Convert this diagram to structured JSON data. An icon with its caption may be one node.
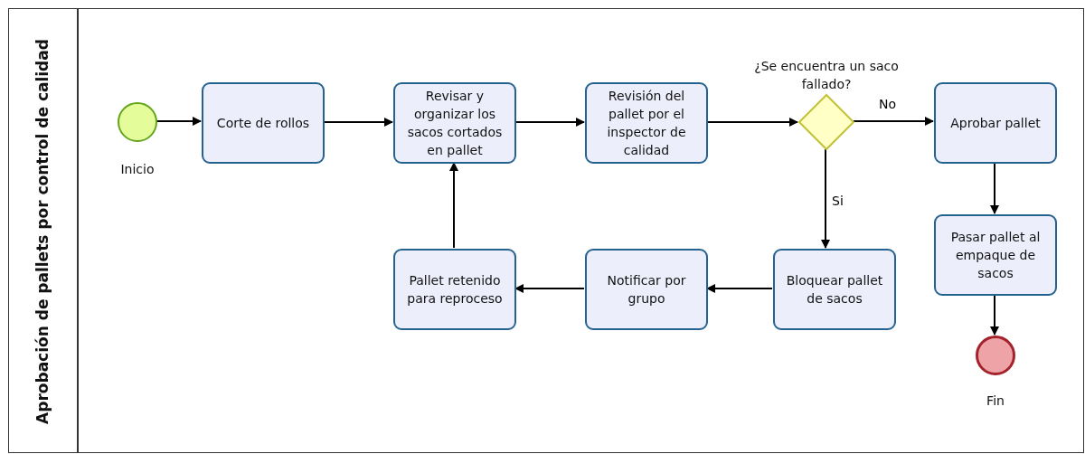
{
  "diagram": {
    "nodes": [
      {
        "text": [
          "Aprobación de pallets por control de calidad"
        ]
      },
      {
        "text": [],
        "shape": "circle",
        "beside": [
          "Inicio"
        ],
        "in": 0
      },
      {
        "text": [
          "Corte de rollos"
        ],
        "in": 0
      },
      {
        "text": [
          "Revisar y organizar los sacos cortados en pallet"
        ],
        "in": 0
      },
      {
        "text": [
          "Revisión del pallet por el inspector de calidad"
        ],
        "in": 0
      },
      {
        "text": [],
        "shape": "diamond",
        "beside": [
          "¿Se encuentra un saco fallado?"
        ],
        "in": 0
      },
      {
        "text": [
          "Aprobar pallet"
        ],
        "in": 0
      },
      {
        "text": [
          "Pasar pallet al empaque de sacos"
        ],
        "in": 0
      },
      {
        "text": [],
        "shape": "circle",
        "beside": [
          "Fin"
        ],
        "in": 0
      },
      {
        "text": [
          "Bloquear pallet de sacos"
        ],
        "in": 0
      },
      {
        "text": [
          "Notificar por grupo"
        ],
        "in": 0
      },
      {
        "text": [
          "Pallet retenido para reproceso"
        ],
        "in": 0
      }
    ],
    "edges": [
      {
        "from": 1,
        "to": 2,
        "arrow": "to"
      },
      {
        "from": 2,
        "to": 3,
        "arrow": "to"
      },
      {
        "from": 3,
        "to": 4,
        "arrow": "to"
      },
      {
        "from": 4,
        "to": 5,
        "arrow": "to"
      },
      {
        "from": 5,
        "to": 6,
        "arrow": "to",
        "label": "No"
      },
      {
        "from": 5,
        "to": 9,
        "arrow": "to",
        "label": "Si"
      },
      {
        "from": 6,
        "to": 7,
        "arrow": "to"
      },
      {
        "from": 7,
        "to": 8,
        "arrow": "to"
      },
      {
        "from": 9,
        "to": 10,
        "arrow": "to"
      },
      {
        "from": 10,
        "to": 11,
        "arrow": "to"
      },
      {
        "from": 11,
        "to": 3,
        "arrow": "to"
      }
    ]
  }
}
